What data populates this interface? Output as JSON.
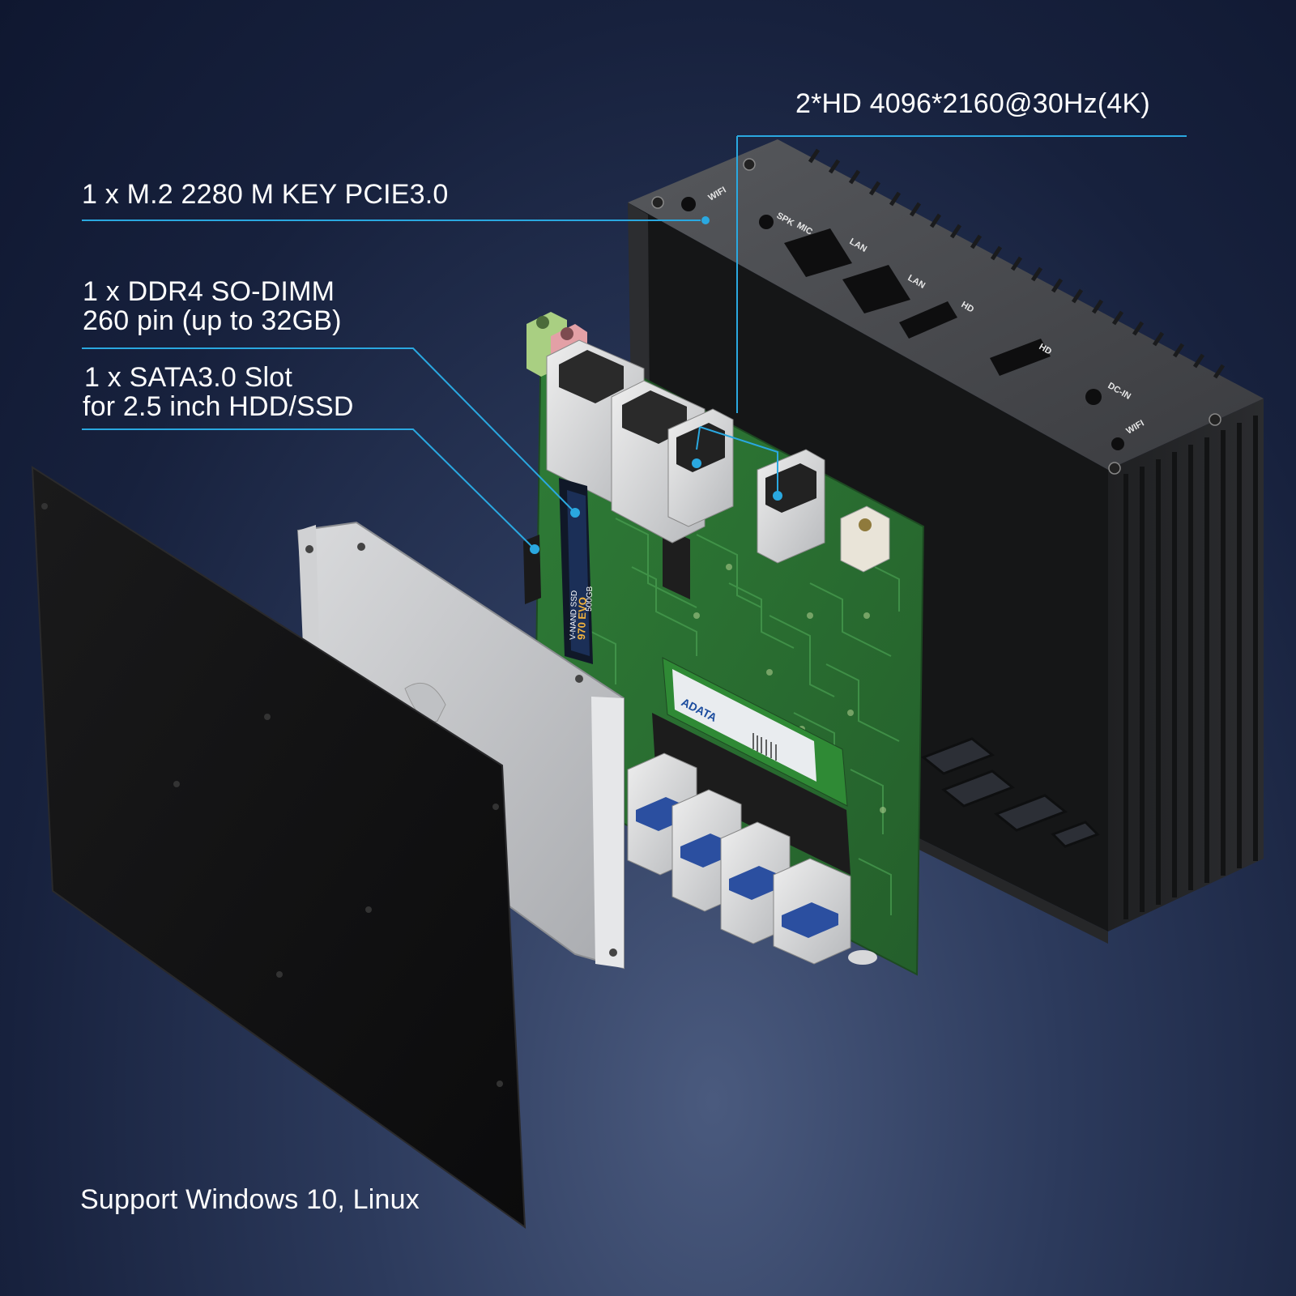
{
  "labels": {
    "hdmi": "2*HD 4096*2160@30Hz(4K)",
    "m2": "1 x M.2 2280 M KEY PCIE3.0",
    "ddr4_line1": "1 x DDR4 SO-DIMM",
    "ddr4_line2": "260 pin (up to 32GB)",
    "sata_line1": "1 x SATA3.0 Slot",
    "sata_line2": "for 2.5 inch HDD/SSD",
    "os": "Support Windows 10, Linux"
  },
  "case_port_labels": {
    "wifi_left": "WIFI",
    "spk": "SPK",
    "mic": "MIC",
    "lan1": "LAN",
    "lan2": "LAN",
    "hd1": "HD",
    "hd2": "HD",
    "dc_in": "DC-IN",
    "wifi_right": "WIFI"
  },
  "component_text": {
    "ssd_model": "970 EVO",
    "ssd_brand": "V-NAND SSD",
    "ssd_capacity": "500GB",
    "ram_brand": "ADATA"
  },
  "colors": {
    "callout_line": "#2aa8e0",
    "callout_dot": "#2aa8e0",
    "text": "#ffffff",
    "pcb": "#2f7a34",
    "case": "#3a3a3c"
  }
}
